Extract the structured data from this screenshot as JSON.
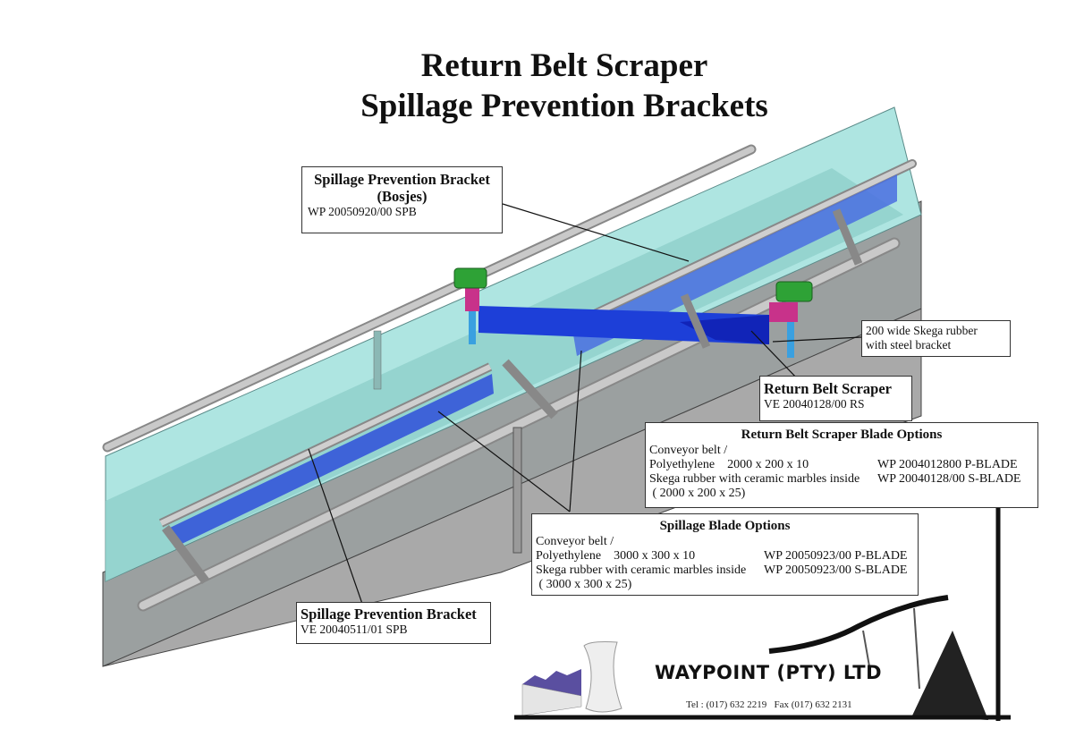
{
  "title": {
    "line1": "Return Belt Scraper",
    "line2": "Spillage Prevention Brackets"
  },
  "callouts": {
    "bosjes": {
      "heading": "Spillage Prevention Bracket",
      "subheading": "(Bosjes)",
      "code": "WP 20050920/00 SPB"
    },
    "skega": {
      "line1": "200 wide Skega rubber",
      "line2": "with steel bracket"
    },
    "return_scraper": {
      "heading": "Return Belt Scraper",
      "code": "VE 20040128/00 RS"
    },
    "spb_lower": {
      "heading": "Spillage Prevention Bracket",
      "code": "VE 20040511/01 SPB"
    }
  },
  "return_blade_options": {
    "heading": "Return Belt Scraper Blade Options",
    "rows": [
      {
        "desc": "Conveyor belt /",
        "code": ""
      },
      {
        "desc": "Polyethylene    2000 x 200 x 10",
        "code": "WP 2004012800 P-BLADE"
      },
      {
        "desc": "Skega rubber with ceramic marbles inside",
        "code": "WP 20040128/00 S-BLADE"
      },
      {
        "desc": " ( 2000 x 200 x 25)",
        "code": ""
      }
    ]
  },
  "spillage_blade_options": {
    "heading": "Spillage Blade Options",
    "rows": [
      {
        "desc": "Conveyor belt /",
        "code": ""
      },
      {
        "desc": "Polyethylene    3000 x 300 x 10",
        "code": "WP 20050923/00 P-BLADE"
      },
      {
        "desc": "Skega rubber with ceramic marbles inside",
        "code": "WP 20050923/00 S-BLADE"
      },
      {
        "desc": " ( 3000 x 300 x 25)",
        "code": ""
      }
    ]
  },
  "company": {
    "name": "WAYPOINT (PTY) LTD",
    "contact": "Tel : (017) 632 2219   Fax (017) 632 2131"
  },
  "colors": {
    "belt": "#a8e0dc",
    "frame": "#9a9a9a",
    "blade": "#1e3fd0",
    "clamp": "#2ea236",
    "bracket_arm": "#c8328a",
    "post": "#3aa0e0"
  }
}
